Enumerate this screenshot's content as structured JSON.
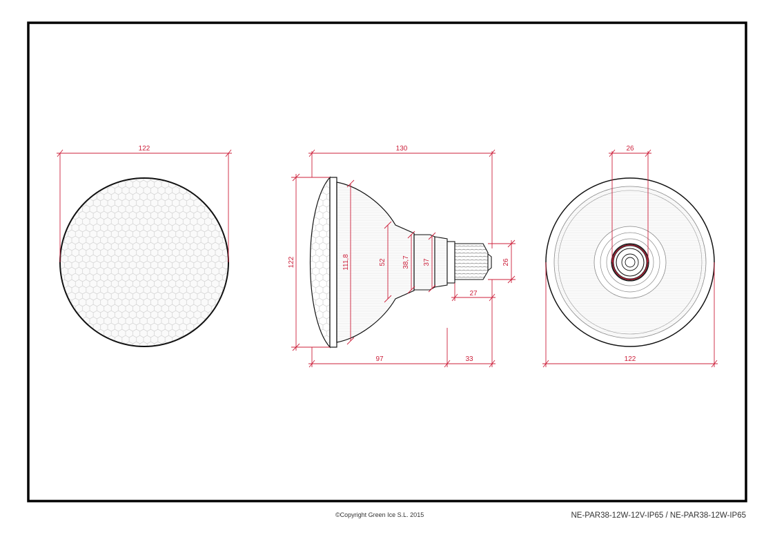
{
  "colors": {
    "dimension": "#cc1f3a",
    "outline": "#111111",
    "frame": "#000000"
  },
  "front_view": {
    "width_label": "122"
  },
  "side_view": {
    "length_label": "130",
    "height_label": "122",
    "lens_diameter_label": "111,8",
    "neck_label_1": "52",
    "neck_label_2": "38,7",
    "neck_label_3": "37",
    "base_diameter_label": "26",
    "base_length_label": "27",
    "body_length_label": "97",
    "cap_length_label": "33"
  },
  "back_view": {
    "width_label": "122",
    "base_label": "26"
  },
  "footer": {
    "copyright": "©Copyright Green Ice S.L. 2015",
    "part_number": "NE-PAR38-12W-12V-IP65 / NE-PAR38-12W-IP65"
  }
}
